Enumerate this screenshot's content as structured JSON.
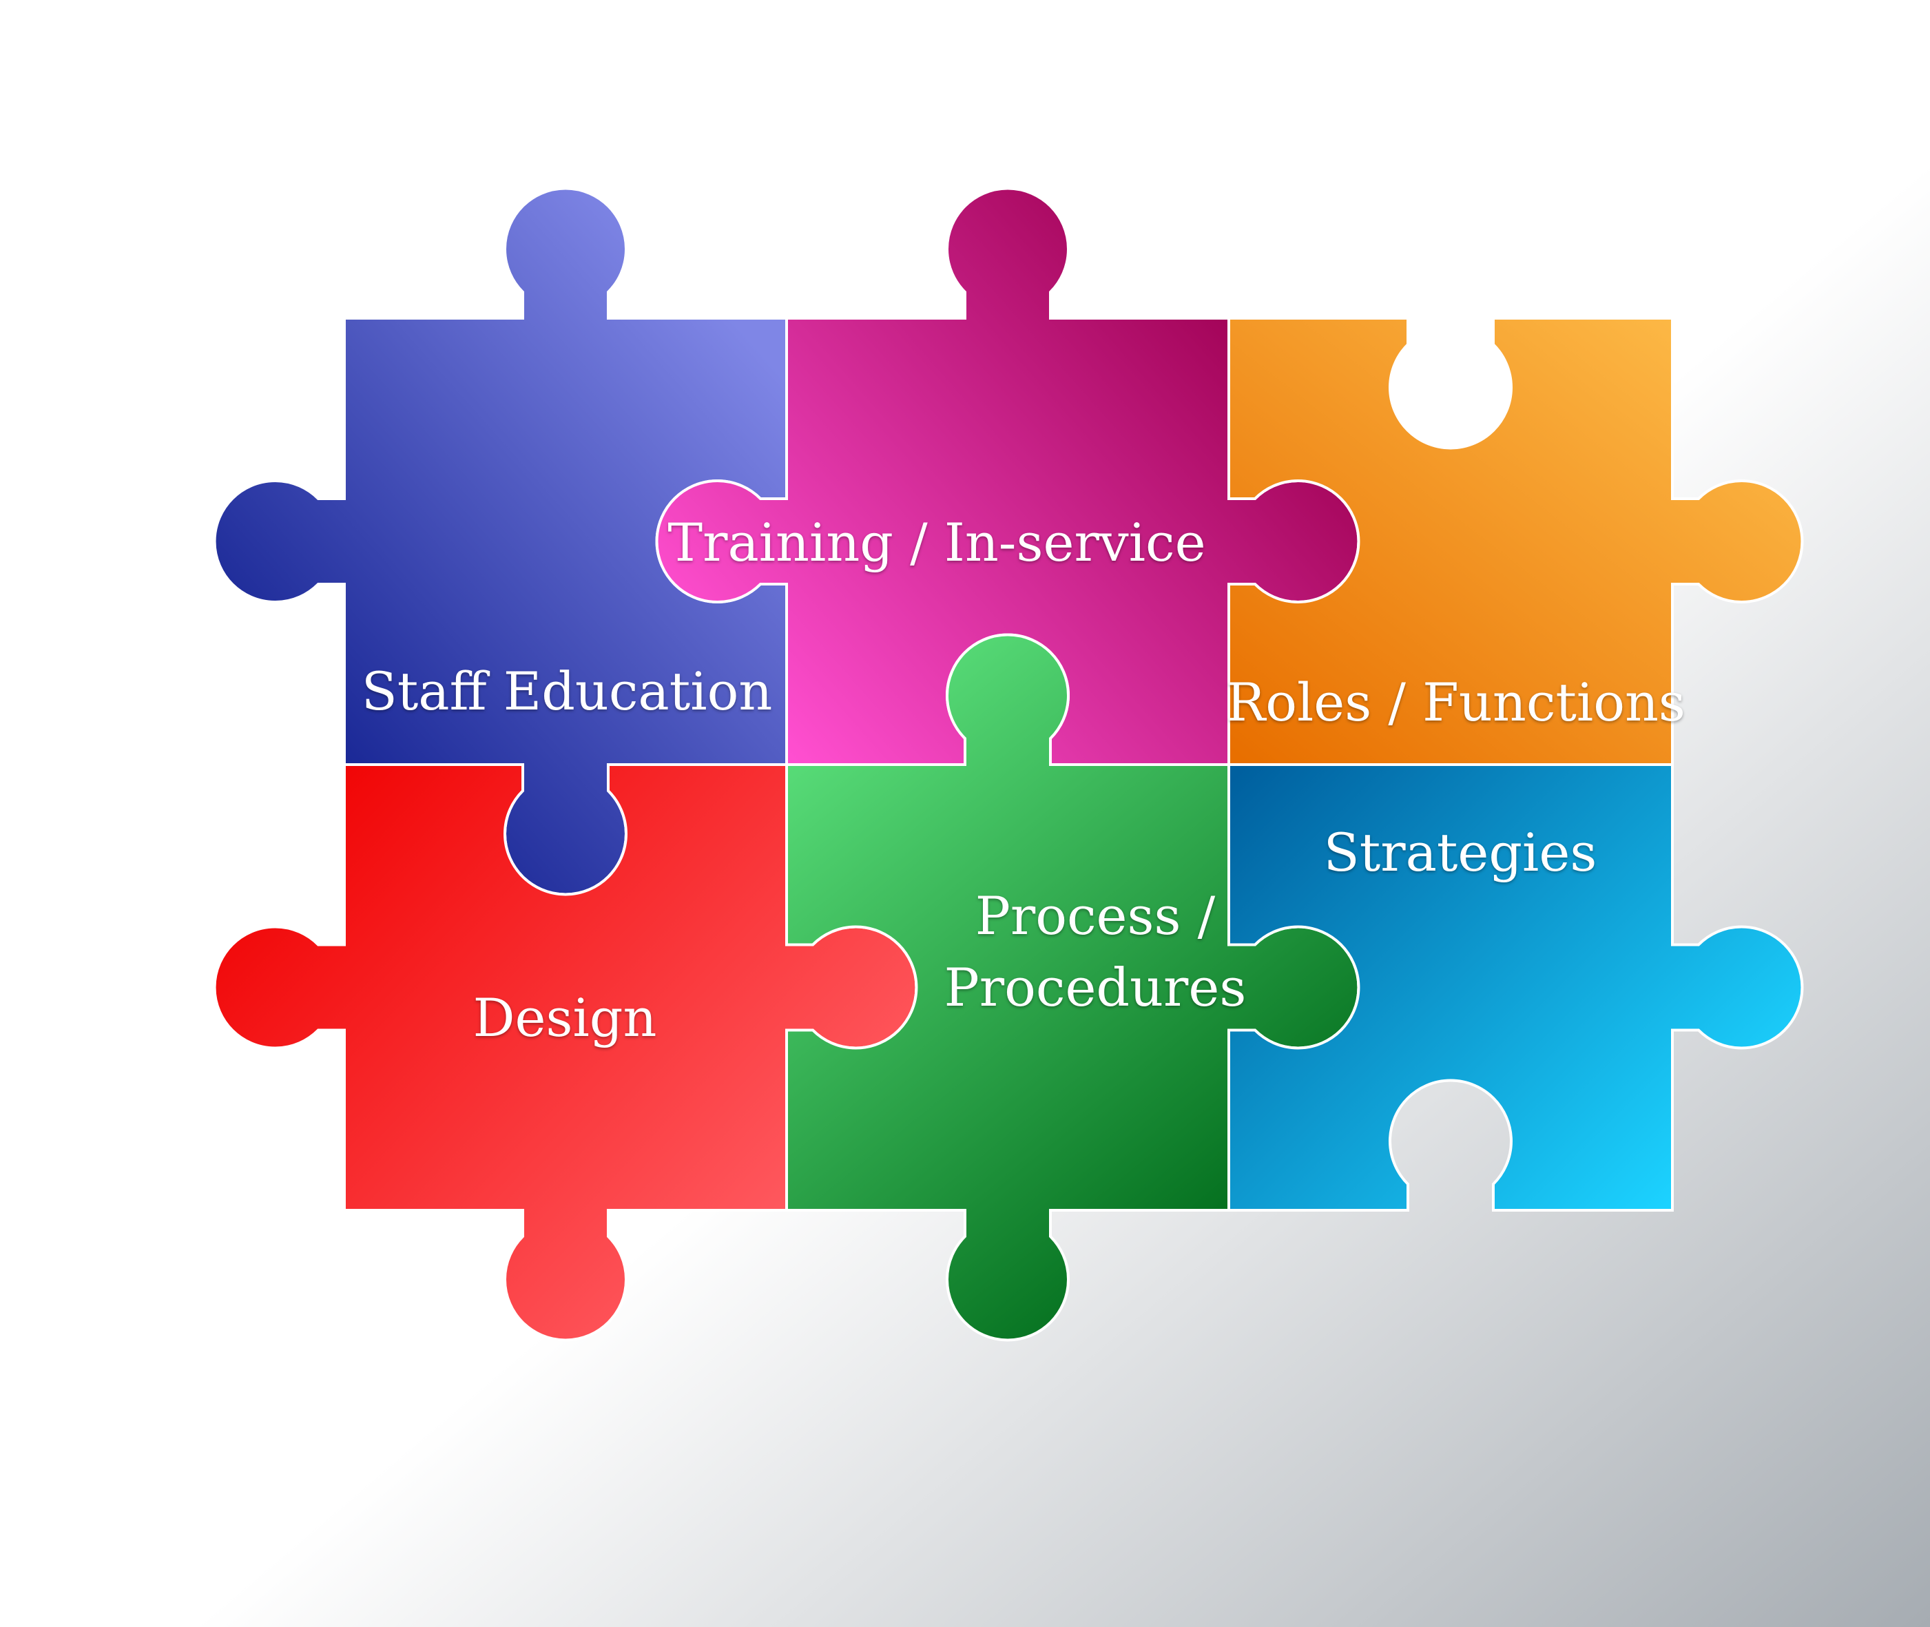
{
  "diagram": {
    "pieces": [
      {
        "id": "staff-education",
        "label": [
          "Staff Education"
        ],
        "colors": {
          "light": "#7f86e6",
          "dark": "#0b1a8a"
        }
      },
      {
        "id": "training",
        "label": [
          "Training / In-service"
        ],
        "colors": {
          "light": "#ff4fd0",
          "dark": "#9e0052"
        }
      },
      {
        "id": "roles",
        "label": [
          "Roles / Functions"
        ],
        "colors": {
          "light": "#ffc24f",
          "dark": "#e86f00"
        }
      },
      {
        "id": "design",
        "label": [
          "Design"
        ],
        "colors": {
          "light": "#ff5a60",
          "dark": "#f00000"
        }
      },
      {
        "id": "process",
        "label": [
          "Process /",
          "Procedures"
        ],
        "colors": {
          "light": "#58dc78",
          "dark": "#006a1a"
        }
      },
      {
        "id": "strategies",
        "label": [
          "Strategies"
        ],
        "colors": {
          "light": "#1cd2ff",
          "dark": "#00609f"
        }
      }
    ]
  },
  "background": {
    "light": "#ffffff",
    "dark": "#a6acb2"
  }
}
